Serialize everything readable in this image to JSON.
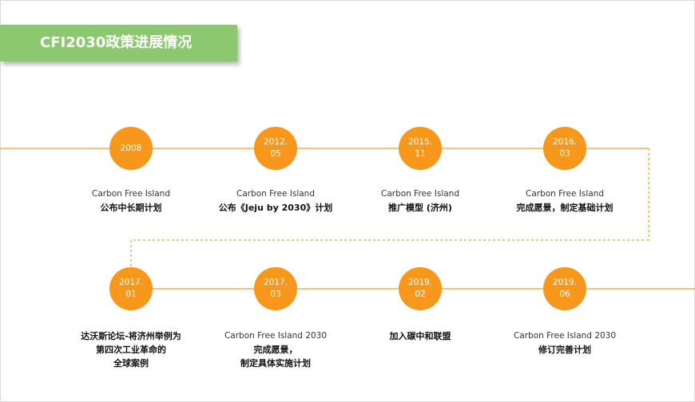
{
  "title": "CFI2030政策进展情况",
  "colors": {
    "accent": "#f7981d",
    "title_bg": "#8cc870",
    "line": "#f7b04a"
  },
  "milestones": [
    {
      "date": [
        "2008"
      ],
      "en": "Carbon Free Island",
      "zh": "公布中长期计划"
    },
    {
      "date": [
        "2012.",
        "05"
      ],
      "en": "Carbon Free Island",
      "zh": "公布《Jeju by 2030》计划"
    },
    {
      "date": [
        "2015.",
        "11"
      ],
      "en": "Carbon Free Island",
      "zh": "推广模型 (济州)"
    },
    {
      "date": [
        "2016.",
        "03"
      ],
      "en": "Carbon Free Island",
      "zh": "完成愿景，制定基础计划"
    },
    {
      "date": [
        "2017.",
        "01"
      ],
      "en": "",
      "zh": "达沃斯论坛-将济州举例为\n第四次工业革命的\n全球案例"
    },
    {
      "date": [
        "2017.",
        "03"
      ],
      "en": "Carbon Free Island 2030",
      "zh": "完成愿景，\n制定具体实施计划"
    },
    {
      "date": [
        "2019.",
        "02"
      ],
      "en": "",
      "zh": "加入碳中和联盟"
    },
    {
      "date": [
        "2019.",
        "06"
      ],
      "en": "Carbon Free Island 2030",
      "zh": "修订完善计划"
    }
  ]
}
